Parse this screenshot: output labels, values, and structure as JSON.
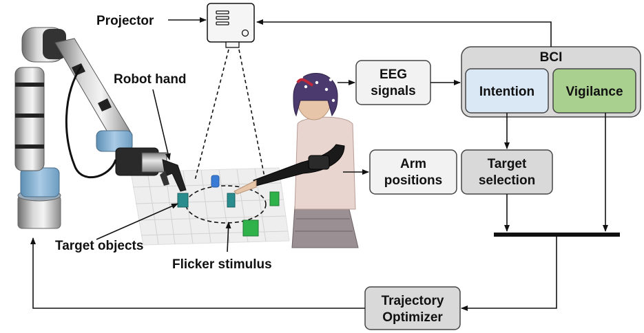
{
  "labels": {
    "projector": "Projector",
    "robot_hand": "Robot hand",
    "target_objects": "Target objects",
    "flicker_stimulus": "Flicker stimulus"
  },
  "boxes": {
    "eeg_line1": "EEG",
    "eeg_line2": "signals",
    "bci_title": "BCI",
    "intention": "Intention",
    "vigilance": "Vigilance",
    "arm_line1": "Arm",
    "arm_line2": "positions",
    "target_line1": "Target",
    "target_line2": "selection",
    "traj_line1": "Trajectory",
    "traj_line2": "Optimizer"
  },
  "colors": {
    "box_fill_light": "#f2f2f2",
    "box_fill_grey": "#d9d9d9",
    "intention_fill": "#dae8f5",
    "vigilance_fill": "#a9d08e",
    "teal_object": "#2a8c8c",
    "green_object": "#2fb24a",
    "blue_object": "#3a7bd5"
  }
}
